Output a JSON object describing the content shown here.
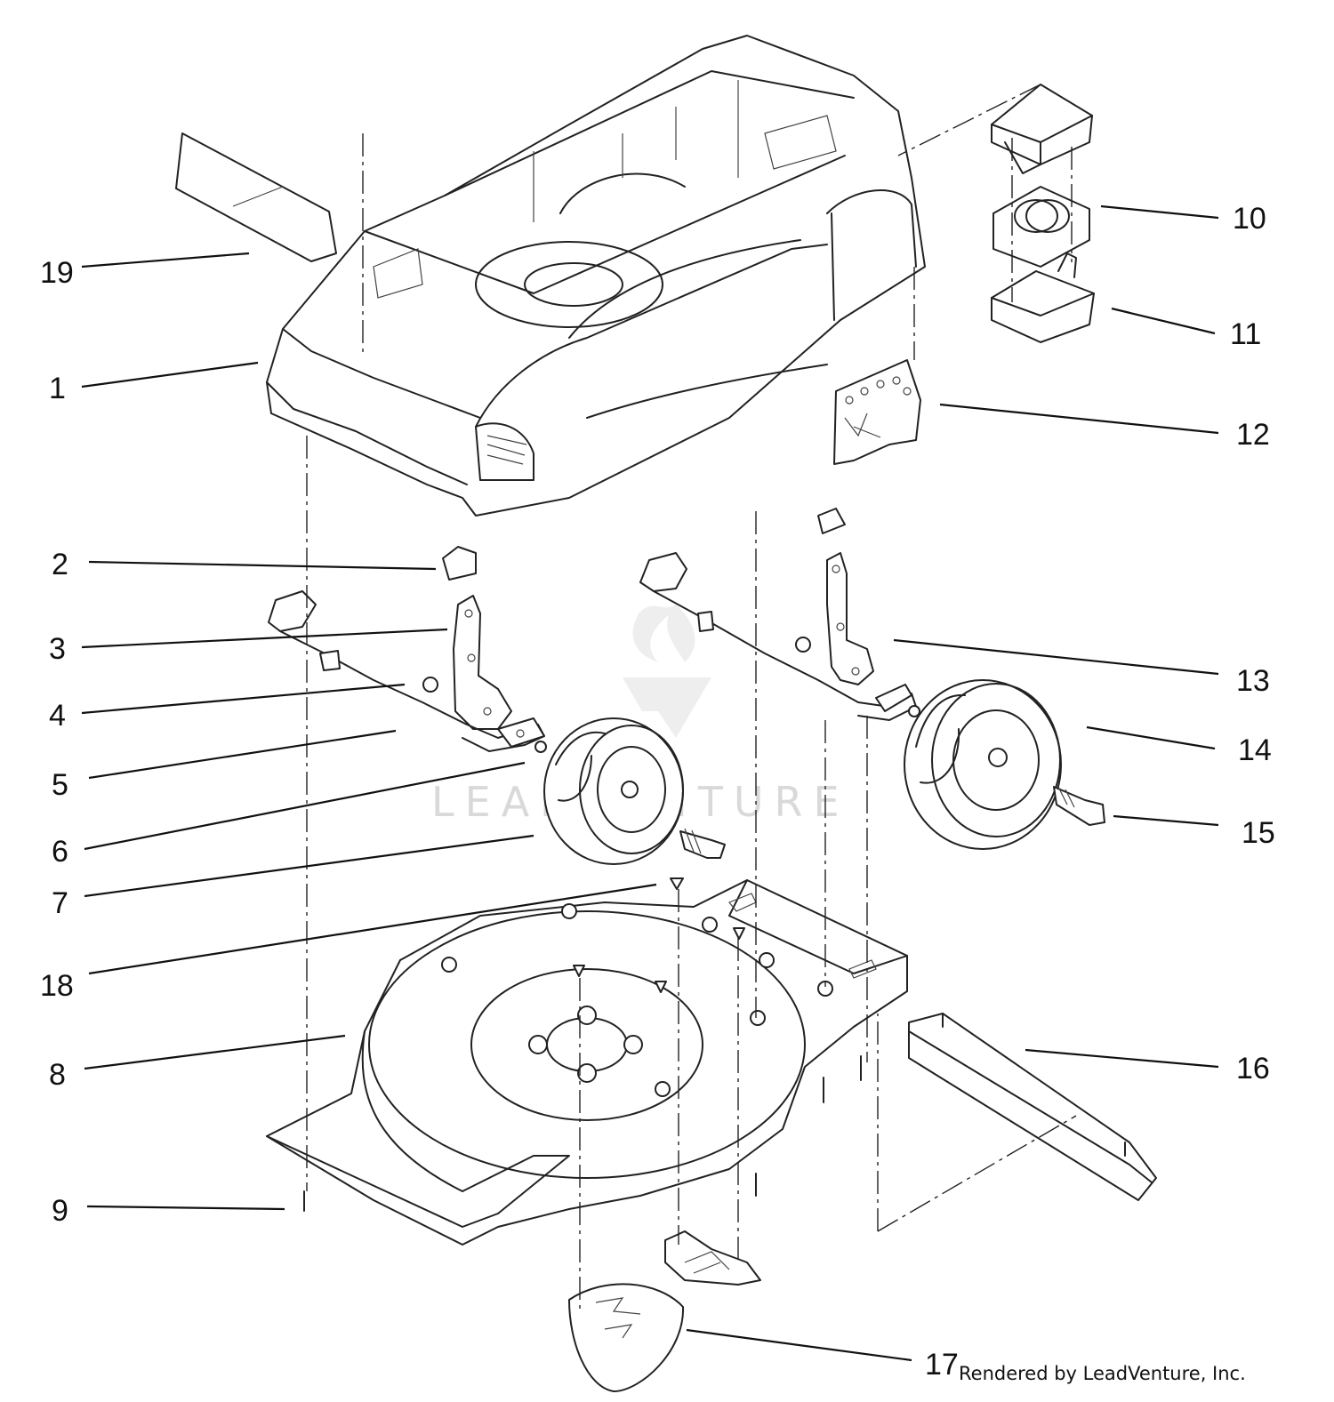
{
  "watermark": "LEADVENTURE",
  "credit": "Rendered by LeadVenture, Inc.",
  "callouts": [
    "19",
    "1",
    "2",
    "3",
    "4",
    "5",
    "6",
    "7",
    "18",
    "8",
    "9",
    "10",
    "11",
    "12",
    "13",
    "14",
    "15",
    "16",
    "17"
  ]
}
